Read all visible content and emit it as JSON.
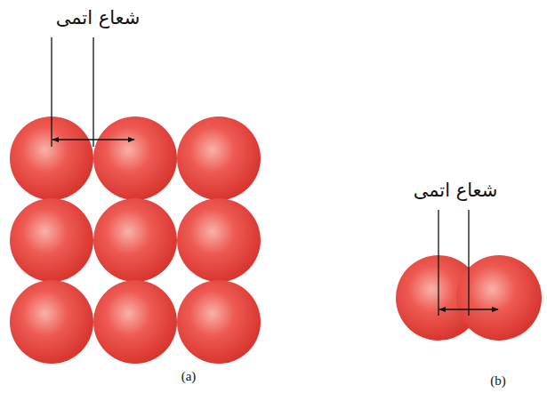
{
  "diagram": {
    "labels": [
      "شعاع اتمی",
      "شعاع اتمی",
      "(a)",
      "(b)"
    ]
  }
}
